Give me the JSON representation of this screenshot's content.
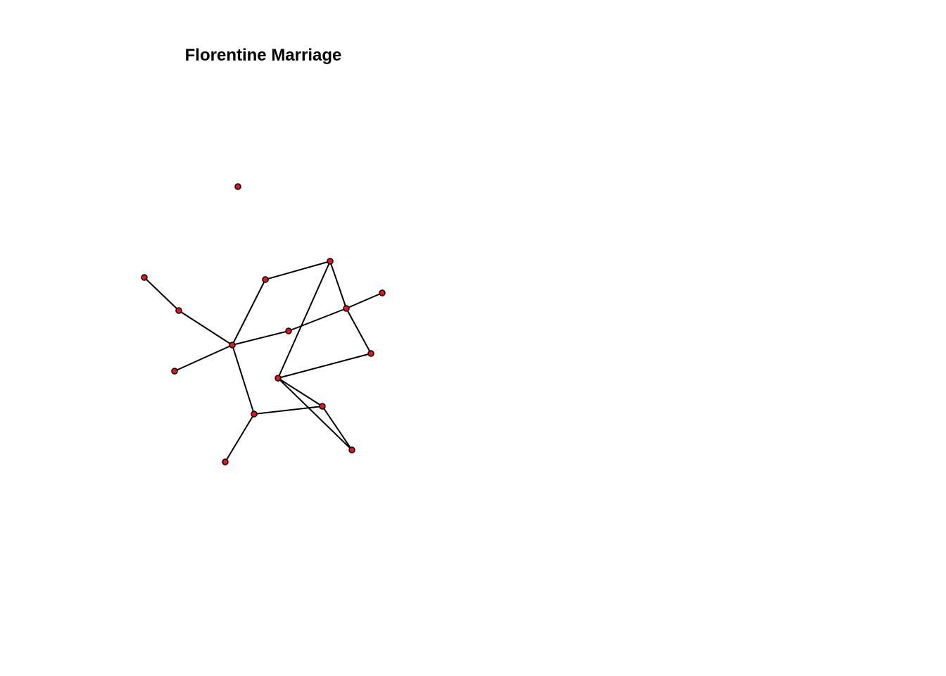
{
  "title": "Florentine Marriage",
  "colors": {
    "node_fill": "#e8141b",
    "node_stroke": "#000000",
    "edge": "#000000",
    "background": "#ffffff"
  },
  "graph": {
    "node_count": 16,
    "edges": [
      [
        0,
        1
      ],
      [
        1,
        2
      ],
      [
        2,
        3
      ],
      [
        2,
        5
      ],
      [
        2,
        7
      ],
      [
        3,
        4
      ],
      [
        4,
        11
      ],
      [
        4,
        12
      ],
      [
        5,
        6
      ],
      [
        6,
        8
      ],
      [
        6,
        11
      ],
      [
        7,
        8
      ],
      [
        8,
        9
      ],
      [
        8,
        10
      ],
      [
        10,
        11
      ],
      [
        11,
        12
      ],
      [
        2,
        14
      ]
    ]
  }
}
